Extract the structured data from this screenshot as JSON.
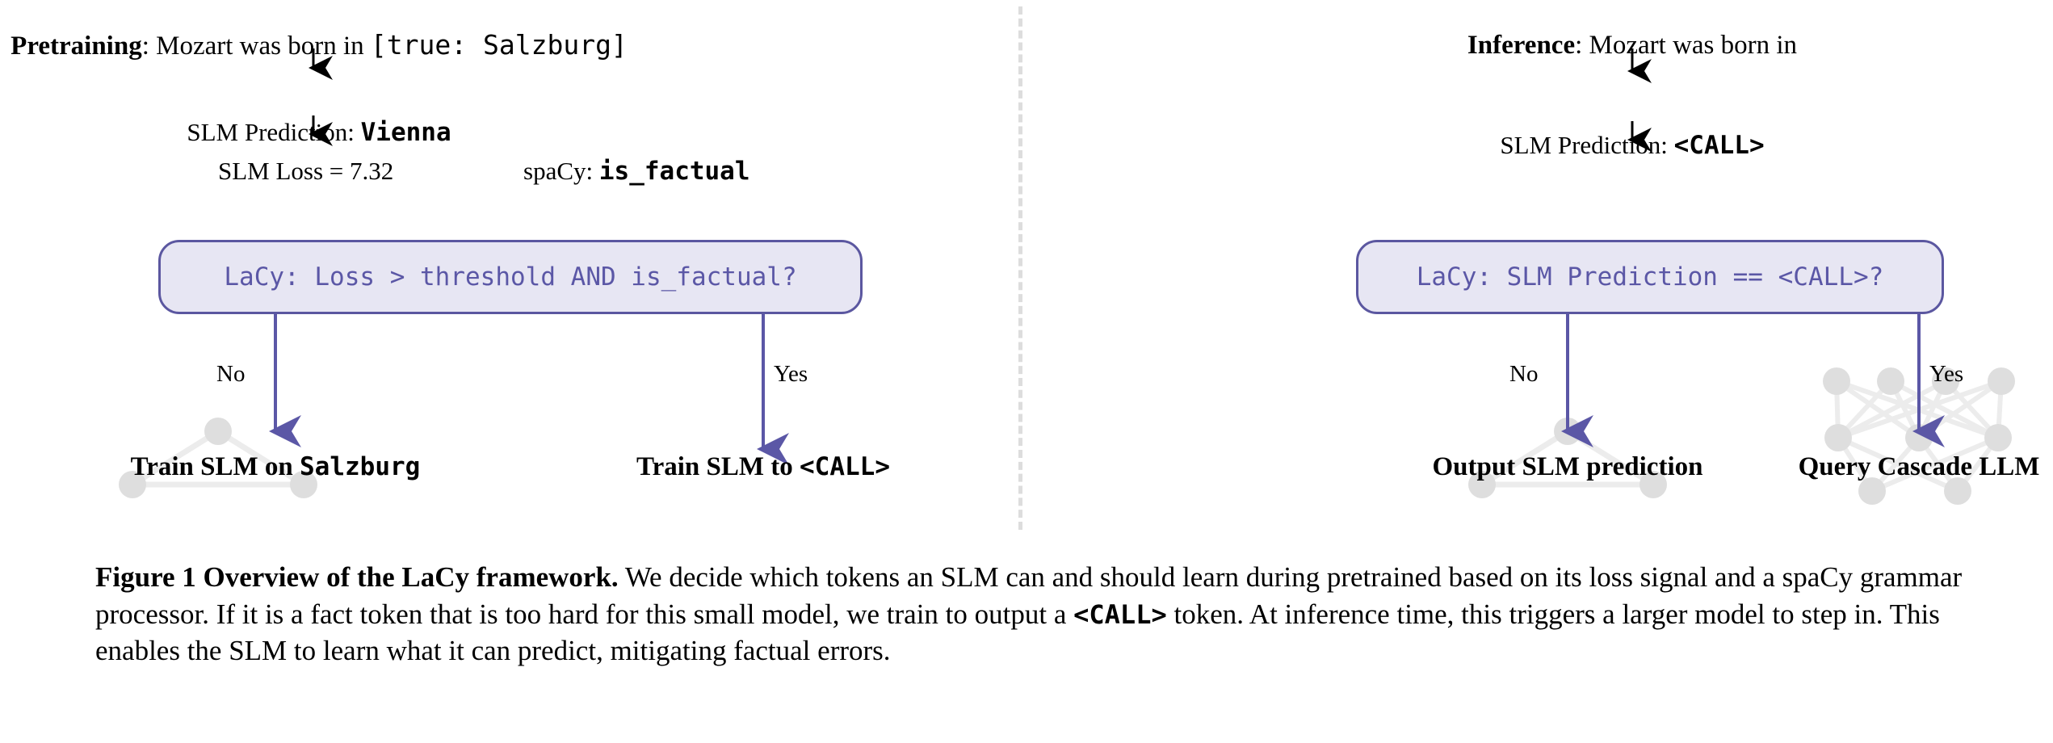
{
  "figure": {
    "divider": "dashed-vertical-separator",
    "accent_purple": "#5b57a6",
    "box_fill": "#e7e6f3",
    "box_border": "#5b57a0",
    "node_gray": "#dcdcdc",
    "edge_gray": "#ebebeb"
  },
  "left_panel": {
    "name": "pretraining-flow",
    "title_bold": "Pretraining",
    "title_rest": ": Mozart was born in ",
    "title_code": "[true:  Salzburg]",
    "prediction_label": "SLM Prediction: ",
    "prediction_value": "Vienna",
    "loss_label": "SLM Loss = 7.32",
    "spacy_label": "spaCy: ",
    "spacy_value": "is_factual",
    "decision": "LaCy:  Loss > threshold AND is_factual?",
    "branch_no": "No",
    "branch_yes": "Yes",
    "leaf_no_bold": "Train SLM on ",
    "leaf_no_code": "Salzburg",
    "leaf_yes_bold": "Train SLM to ",
    "leaf_yes_code": "<CALL>"
  },
  "right_panel": {
    "name": "inference-flow",
    "title_bold": "Inference",
    "title_rest": ": Mozart was born in",
    "prediction_label": "SLM Prediction: ",
    "prediction_value": "<CALL>",
    "decision": "LaCy:  SLM Prediction == <CALL>?",
    "branch_no": "No",
    "branch_yes": "Yes",
    "leaf_no": "Output SLM prediction",
    "leaf_yes": "Query Cascade LLM"
  },
  "caption": {
    "figure_label": "Figure 1",
    "bold_title": "Overview of the LaCy framework.",
    "text_1": "We decide which tokens an SLM can and should learn during pretrained based on its loss signal and a spaCy grammar processor. If it is a fact token that is too hard for this small model, we train to output a ",
    "code_1": "<CALL>",
    "text_2": " token. At inference time, this triggers a larger model to step in. This enables the SLM to learn what it can predict, mitigating factual errors."
  }
}
